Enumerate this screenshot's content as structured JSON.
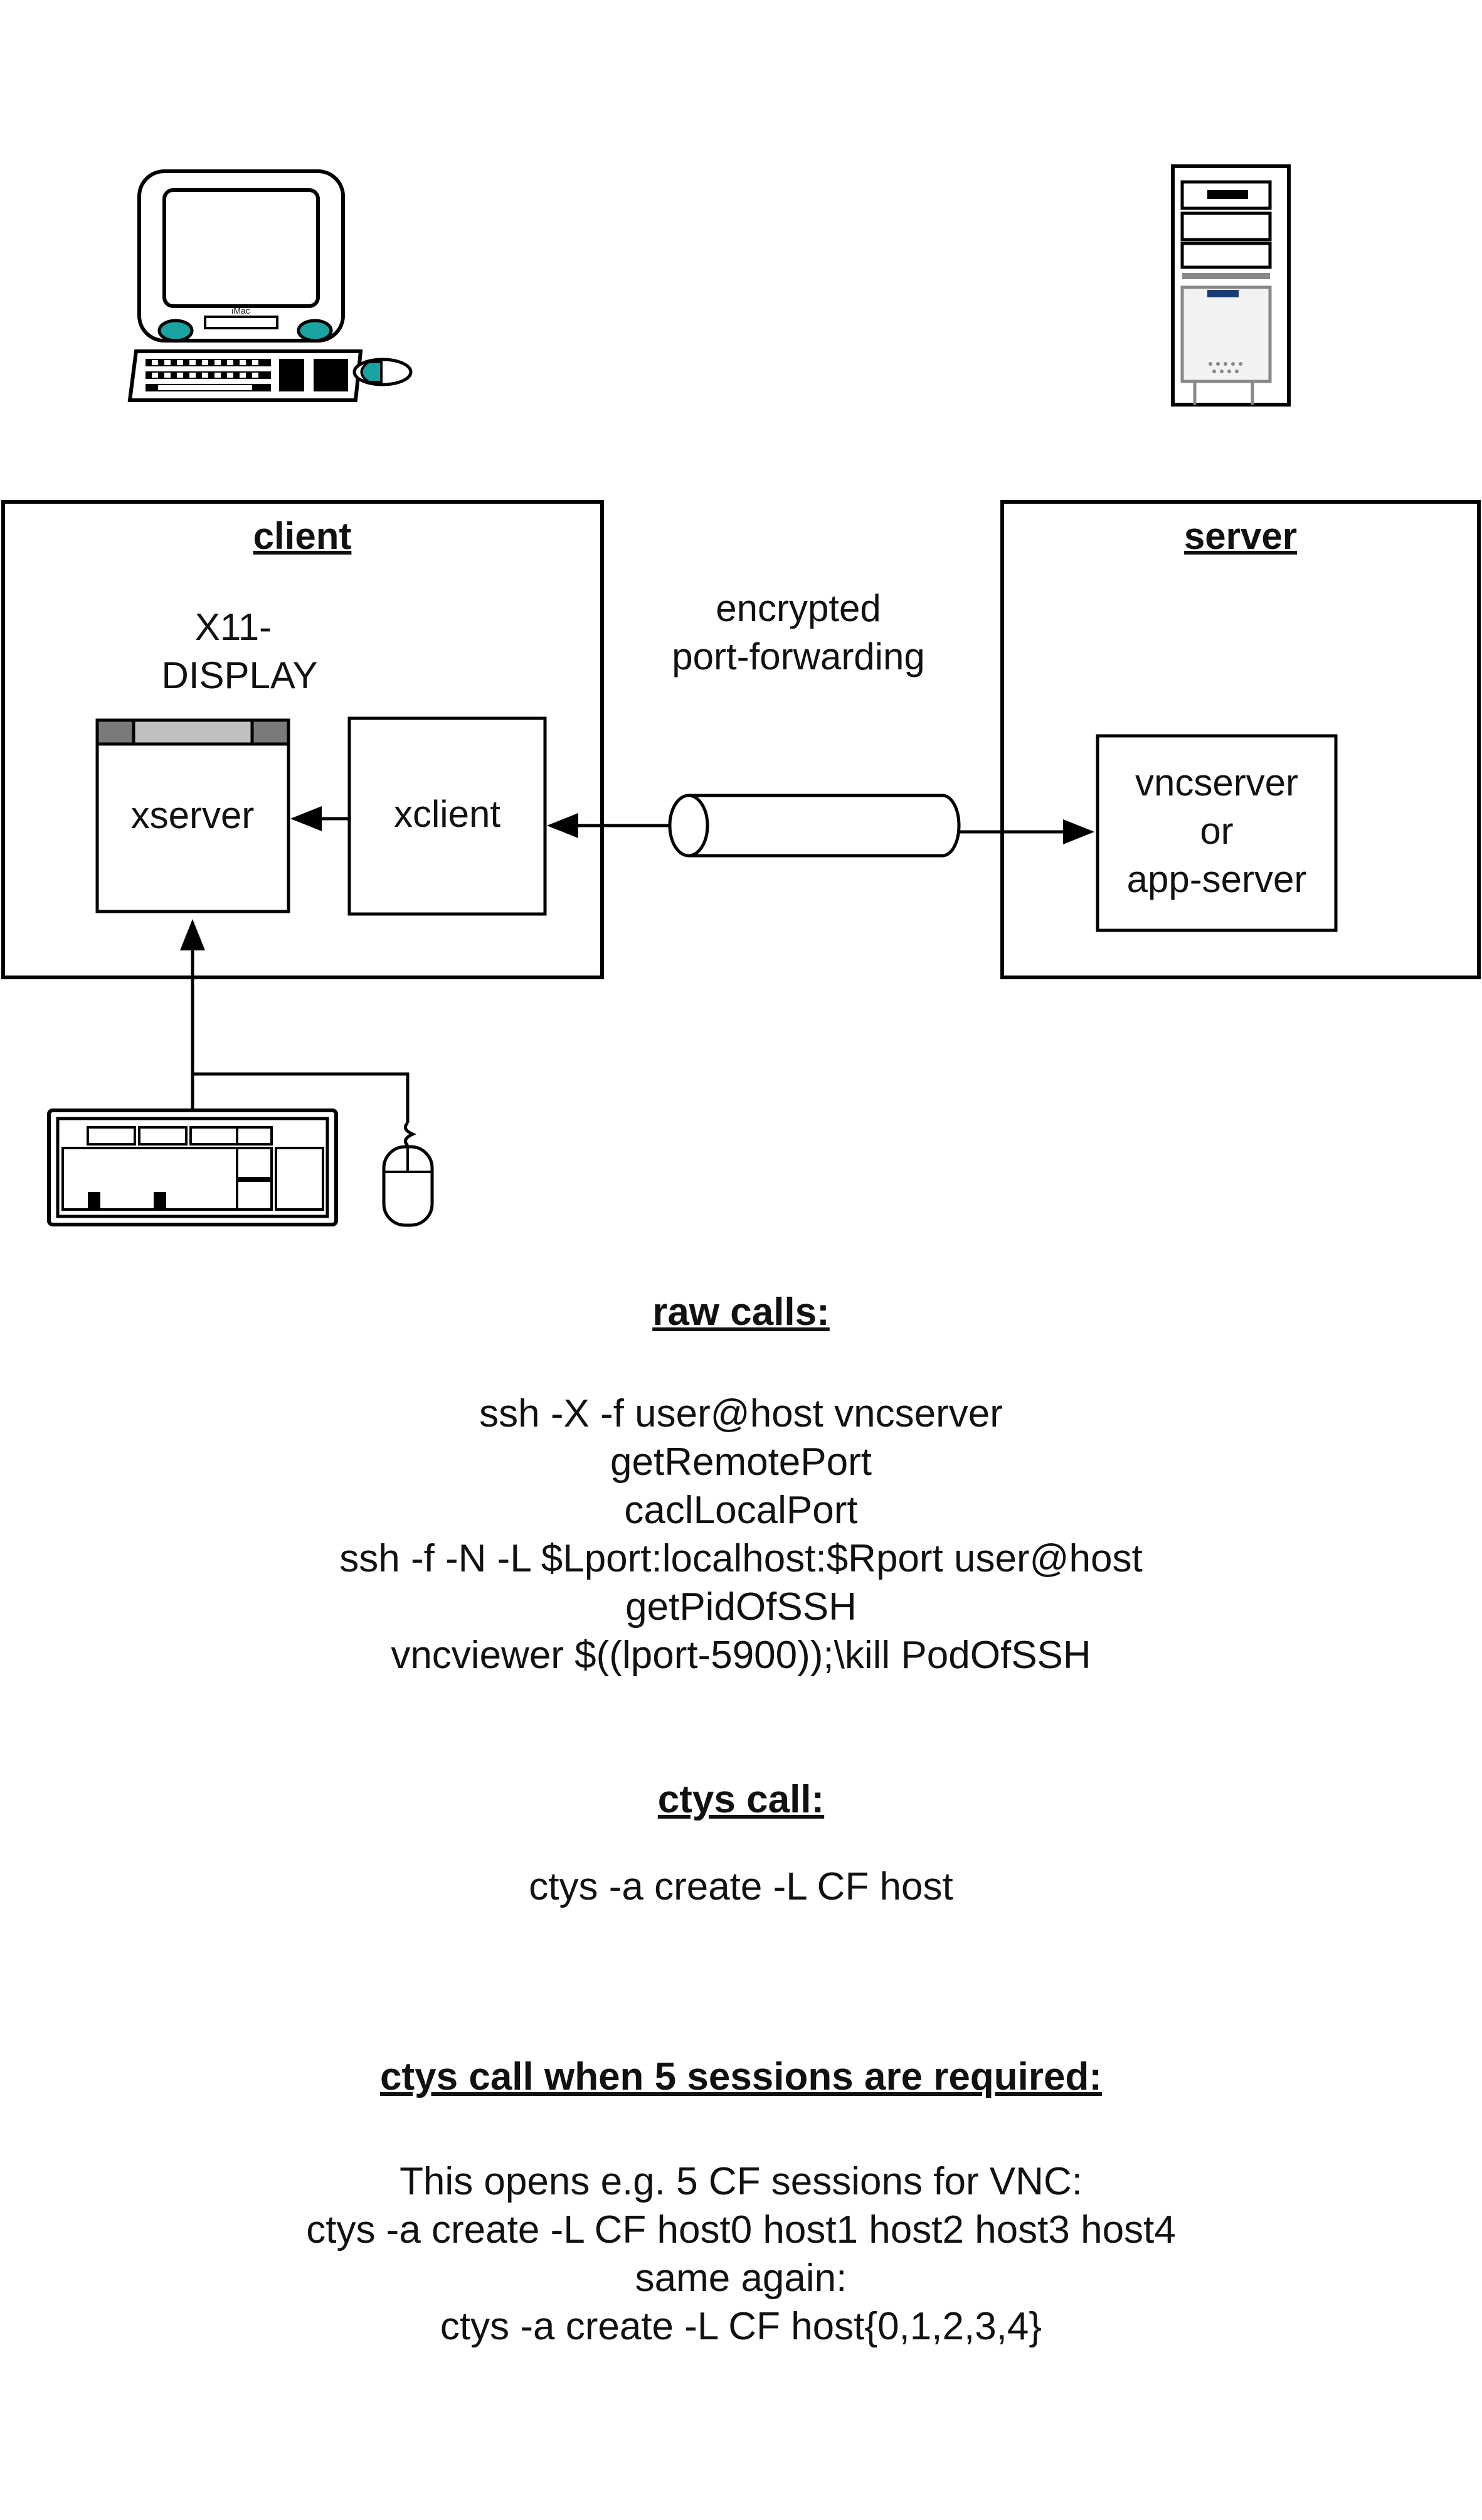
{
  "client_box": {
    "title": "client",
    "display_line1": "X11-",
    "display_line2": "DISPLAY"
  },
  "xserver": {
    "label": "xserver"
  },
  "xclient": {
    "label": "xclient"
  },
  "tunnel": {
    "line1": "encrypted",
    "line2": "port-forwarding"
  },
  "server_box": {
    "title": "server"
  },
  "vncserver": {
    "line1": "vncserver",
    "line2": "or",
    "line3": "app-server"
  },
  "monitor_badge": "iMac",
  "raw_calls": {
    "heading": "raw calls:",
    "lines": [
      "ssh -X -f user@host vncserver",
      "getRemotePort",
      "caclLocalPort",
      "ssh -f -N -L $Lport:localhost:$Rport user@host",
      "getPidOfSSH",
      "vncviewer $((lport-5900));\\kill PodOfSSH"
    ]
  },
  "ctys_call": {
    "heading": "ctys call:",
    "lines": [
      "ctys -a create -L CF host"
    ]
  },
  "ctys_multi": {
    "heading": "ctys call when 5 sessions are required:",
    "lines": [
      "This opens e.g. 5 CF sessions for VNC:",
      "ctys -a create -L CF host0 host1 host2 host3 host4",
      "same again:",
      "ctys -a create -L CF host{0,1,2,3,4}"
    ]
  }
}
